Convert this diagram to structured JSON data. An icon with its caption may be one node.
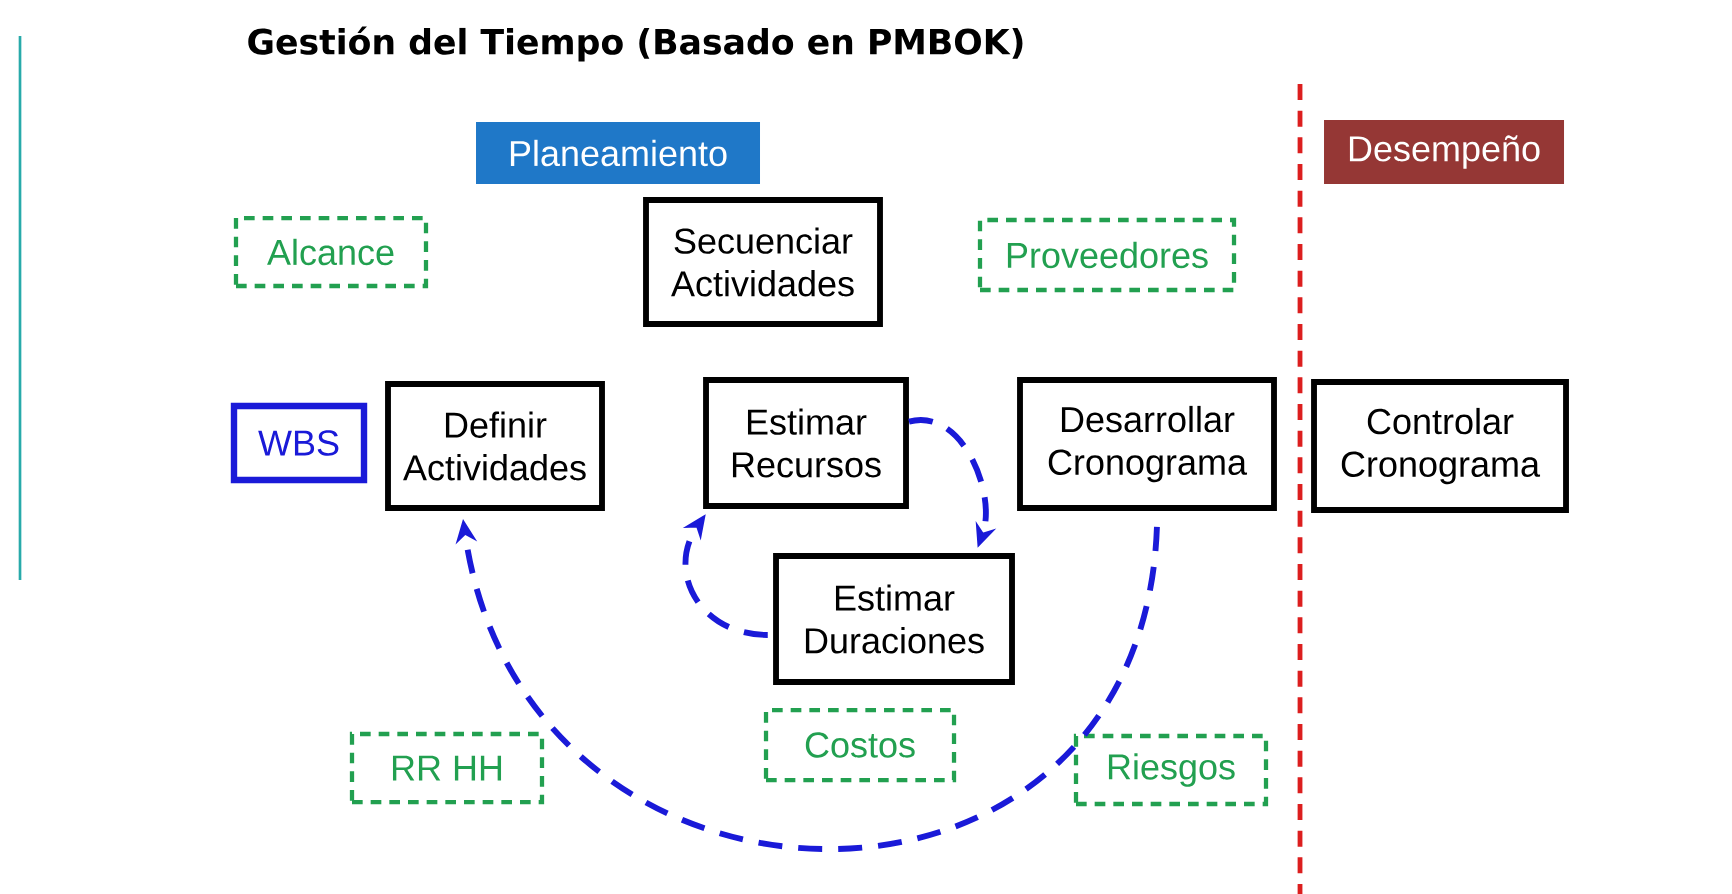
{
  "diagram": {
    "title": "Gestión del Tiempo (Basado en PMBOK)",
    "nodes": [
      {
        "text": [
          "Planeamiento"
        ]
      },
      {
        "text": [
          "Desempeño"
        ]
      },
      {
        "text": [
          "Alcance"
        ]
      },
      {
        "text": [
          "Secuenciar Actividades"
        ]
      },
      {
        "text": [
          "Proveedores"
        ]
      },
      {
        "text": [
          "WBS"
        ]
      },
      {
        "text": [
          "Definir Actividades"
        ]
      },
      {
        "text": [
          "Estimar Recursos"
        ]
      },
      {
        "text": [
          "Desarrollar Cronograma"
        ]
      },
      {
        "text": [
          "Controlar Cronograma"
        ]
      },
      {
        "text": [
          "Estimar Duraciones"
        ]
      },
      {
        "text": [
          "RR HH"
        ]
      },
      {
        "text": [
          "Costos"
        ]
      },
      {
        "text": [
          "Riesgos"
        ]
      }
    ],
    "edges": [
      {
        "from": 7,
        "to": 10,
        "arrow": "to",
        "style": "dashed"
      },
      {
        "from": 10,
        "to": 7,
        "arrow": "to",
        "style": "dashed"
      },
      {
        "from": 8,
        "to": 6,
        "arrow": "to",
        "style": "dashed"
      }
    ]
  }
}
